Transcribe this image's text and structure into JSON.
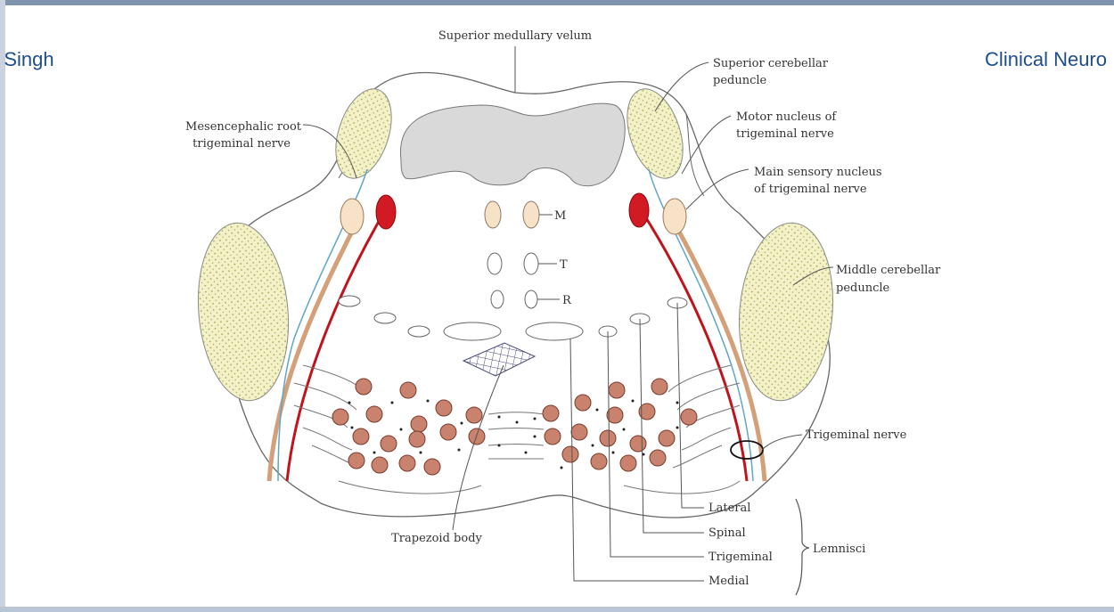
{
  "header": {
    "left_text": "n Singh",
    "right_text": "Clinical Neuro"
  },
  "diagram": {
    "labels": {
      "superior_medullary_velum": "Superior medullary velum",
      "superior_cerebellar_peduncle_1": "Superior cerebellar",
      "superior_cerebellar_peduncle_2": "peduncle",
      "motor_nucleus_1": "Motor nucleus of",
      "motor_nucleus_2": "trigeminal nerve",
      "main_sensory_1": "Main sensory nucleus",
      "main_sensory_2": "of trigeminal nerve",
      "mesencephalic_root_1": "Mesencephalic root",
      "mesencephalic_root_2": "trigeminal nerve",
      "middle_cerebellar_1": "Middle cerebellar",
      "middle_cerebellar_2": "peduncle",
      "trigeminal_nerve": "Trigeminal nerve",
      "trapezoid_body": "Trapezoid body",
      "lateral": "Lateral",
      "spinal": "Spinal",
      "trigeminal": "Trigeminal",
      "medial": "Medial",
      "lemnisci": "Lemnisci",
      "tract_m": "M",
      "tract_t": "T",
      "tract_r": "R"
    },
    "colors": {
      "outline": "#666666",
      "ventricle": "#d9d9d9",
      "peduncle_fill": "#f3f1c8",
      "peduncle_dots": "#a4a24a",
      "nerve_red": "#c0141c",
      "nerve_tan": "#d4a07a",
      "nerve_blue": "#5fa6c8",
      "motor_nucleus": "#d11a24",
      "sensory_nucleus": "#f7e2c8",
      "pontine_nuclei": "#c8826e",
      "pontine_nuclei_inner": "#9a4a3a"
    }
  }
}
